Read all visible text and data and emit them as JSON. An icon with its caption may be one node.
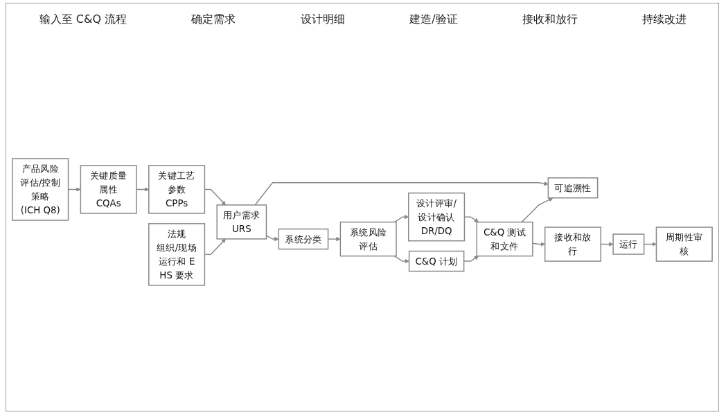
{
  "diagram": {
    "nodes": [
      {
        "text": [
          "产品风险评估/控制策略",
          "(ICH Q8)"
        ]
      },
      {
        "text": [
          "关键质量属性",
          "CQAs"
        ]
      },
      {
        "text": [
          "关键工艺参数",
          "CPPs"
        ]
      },
      {
        "text": [
          "法规",
          "组织/现场运行和 EHS 要求"
        ]
      },
      {
        "text": [
          "用户需求",
          "URS"
        ]
      },
      {
        "text": [
          "系统分类"
        ]
      },
      {
        "text": [
          "系统风险评估"
        ]
      },
      {
        "text": [
          "设计评审/设计确认",
          "DR/DQ"
        ]
      },
      {
        "text": [
          "C&Q 测试和文件"
        ]
      },
      {
        "text": [
          "可追溯性"
        ]
      },
      {
        "text": [
          "接收和放行"
        ]
      },
      {
        "text": [
          "运行"
        ]
      },
      {
        "text": [
          "周期性审核"
        ]
      },
      {
        "text": [
          "C&Q 计划"
        ]
      }
    ],
    "edges": [
      {
        "from": 0,
        "to": 1,
        "arrow": "to"
      },
      {
        "from": 1,
        "to": 2,
        "arrow": "to"
      },
      {
        "from": 2,
        "to": 4,
        "arrow": "to"
      },
      {
        "from": 3,
        "to": 4,
        "arrow": "to"
      },
      {
        "from": 4,
        "to": 9,
        "arrow": "to"
      },
      {
        "from": 4,
        "to": 5,
        "arrow": "to"
      },
      {
        "from": 5,
        "to": 6,
        "arrow": "to"
      },
      {
        "from": 6,
        "to": 7,
        "arrow": "to"
      },
      {
        "from": 7,
        "to": 8,
        "arrow": "to"
      },
      {
        "from": 6,
        "to": 13,
        "arrow": "to"
      },
      {
        "from": 13,
        "to": 8,
        "arrow": "to"
      },
      {
        "from": 8,
        "to": 9,
        "arrow": "to"
      },
      {
        "from": 8,
        "to": 10,
        "arrow": "to"
      },
      {
        "from": 10,
        "to": 11,
        "arrow": "to"
      },
      {
        "from": 11,
        "to": 12,
        "arrow": "to"
      }
    ],
    "labels": [
      "输入至 C&Q 流程",
      "确定需求",
      "设计明细",
      "建造/验证",
      "接收和放行",
      "持续改进"
    ]
  }
}
